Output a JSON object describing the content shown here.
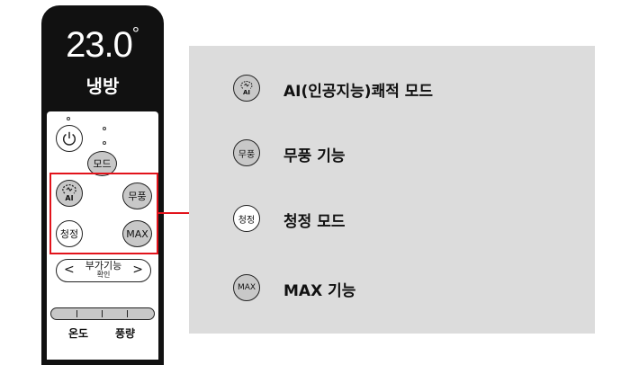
{
  "remote": {
    "temperature": "23.0",
    "degree_symbol": "°",
    "mode": "냉방",
    "buttons": {
      "mode": "모드",
      "windfree": "무풍",
      "clean": "청정",
      "max": "MAX",
      "ai": "AI"
    },
    "sub_function": {
      "label": "부가기능",
      "sub_label": "확인",
      "left_arrow": "<",
      "right_arrow": ">"
    },
    "slider_labels": {
      "temp": "온도",
      "fan": "풍량"
    }
  },
  "legend": {
    "items": [
      {
        "icon": "ai-comfort-icon",
        "icon_text": "AI",
        "label": "AI(인공지능)쾌적 모드"
      },
      {
        "icon": "windfree-icon",
        "icon_text": "무풍",
        "label": "무풍 기능"
      },
      {
        "icon": "clean-icon",
        "icon_text": "청정",
        "label": "청정 모드"
      },
      {
        "icon": "max-icon",
        "icon_text": "MAX",
        "label": "MAX 기능"
      }
    ]
  },
  "colors": {
    "highlight": "#e2131b",
    "panel_bg": "#dcdcdc",
    "remote_body": "#111111",
    "button_gray": "#c8c8c8"
  }
}
